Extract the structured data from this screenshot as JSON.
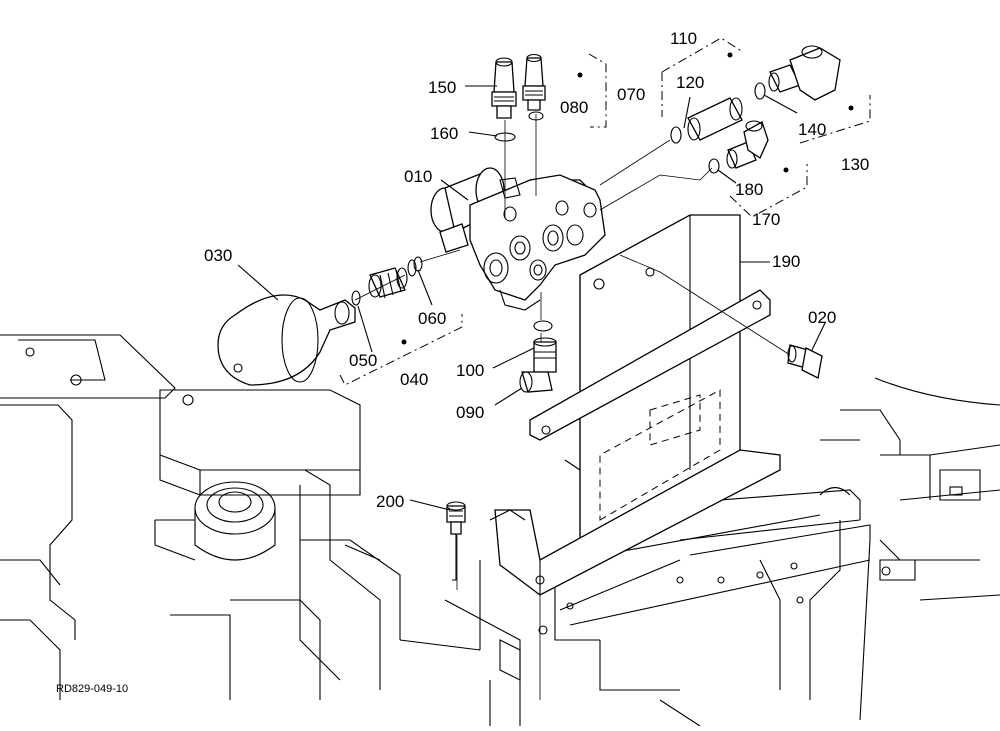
{
  "drawing_code": "RD829-049-10",
  "parts": [
    {
      "id": "p010",
      "label": "010"
    },
    {
      "id": "p020",
      "label": "020"
    },
    {
      "id": "p030",
      "label": "030"
    },
    {
      "id": "p040",
      "label": "040"
    },
    {
      "id": "p050",
      "label": "050"
    },
    {
      "id": "p060",
      "label": "060"
    },
    {
      "id": "p070",
      "label": "070"
    },
    {
      "id": "p080",
      "label": "080"
    },
    {
      "id": "p090",
      "label": "090"
    },
    {
      "id": "p100",
      "label": "100"
    },
    {
      "id": "p110",
      "label": "110"
    },
    {
      "id": "p120",
      "label": "120"
    },
    {
      "id": "p130",
      "label": "130"
    },
    {
      "id": "p140",
      "label": "140"
    },
    {
      "id": "p150",
      "label": "150"
    },
    {
      "id": "p160",
      "label": "160"
    },
    {
      "id": "p170",
      "label": "170"
    },
    {
      "id": "p180",
      "label": "180"
    },
    {
      "id": "p190",
      "label": "190"
    },
    {
      "id": "p200",
      "label": "200"
    }
  ]
}
